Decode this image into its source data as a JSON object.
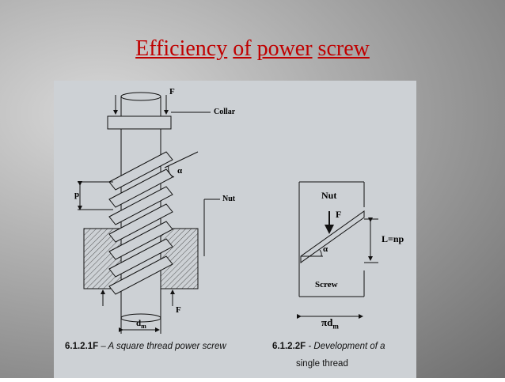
{
  "slide": {
    "title": {
      "w1": "Efficiency",
      "w2": "of",
      "w3": "power",
      "w4": "screw"
    }
  },
  "figure_left": {
    "labels": {
      "force_top": "F",
      "collar": "Collar",
      "alpha": "α",
      "pitch": "p",
      "nut": "Nut",
      "force_bottom": "F",
      "dm": "d",
      "dm_sub": "m"
    },
    "caption_num": "6.1.2.1F",
    "caption_text": " – A square thread power screw"
  },
  "figure_right": {
    "labels": {
      "nut": "Nut",
      "force": "F",
      "lead": "L=np",
      "alpha": "α",
      "screw": "Screw",
      "pidm": "πd",
      "pidm_sub": "m"
    },
    "caption_line1_num": "6.1.2.2F",
    "caption_line1_text": "- Development of a",
    "caption_line2": "single thread"
  }
}
